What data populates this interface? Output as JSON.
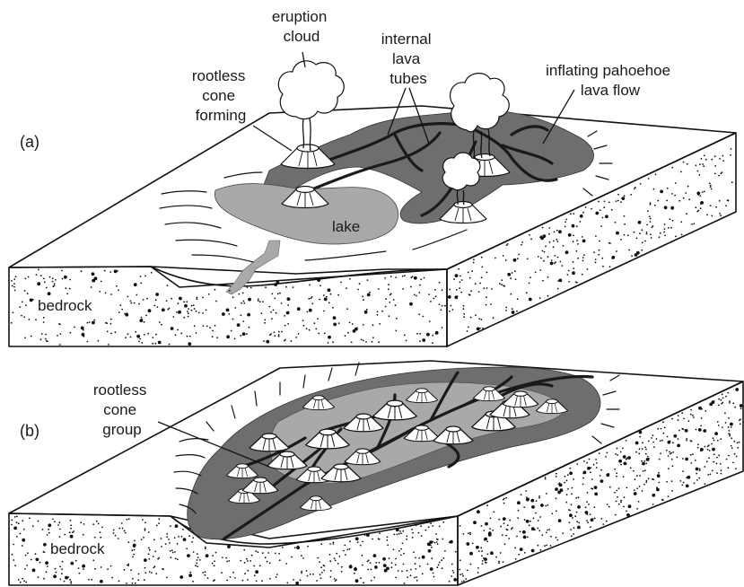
{
  "panel_a": {
    "panel_label": "(a)",
    "label_eruption_cloud": [
      "eruption",
      "cloud"
    ],
    "label_internal_lava_tubes": [
      "internal",
      "lava",
      "tubes"
    ],
    "label_rootless_cone_forming": [
      "rootless",
      "cone",
      "forming"
    ],
    "label_inflating_pahoehoe": [
      "inflating pahoehoe",
      "lava flow"
    ],
    "label_lake": "lake",
    "label_bedrock": "bedrock"
  },
  "panel_b": {
    "panel_label": "(b)",
    "label_rootless_cone_group": [
      "rootless",
      "cone",
      "group"
    ],
    "label_bedrock": "bedrock"
  },
  "colors": {
    "dark_lava": "#6e6e6e",
    "light_lava": "#a9a9a9",
    "outline": "#111111",
    "background": "#ffffff"
  }
}
